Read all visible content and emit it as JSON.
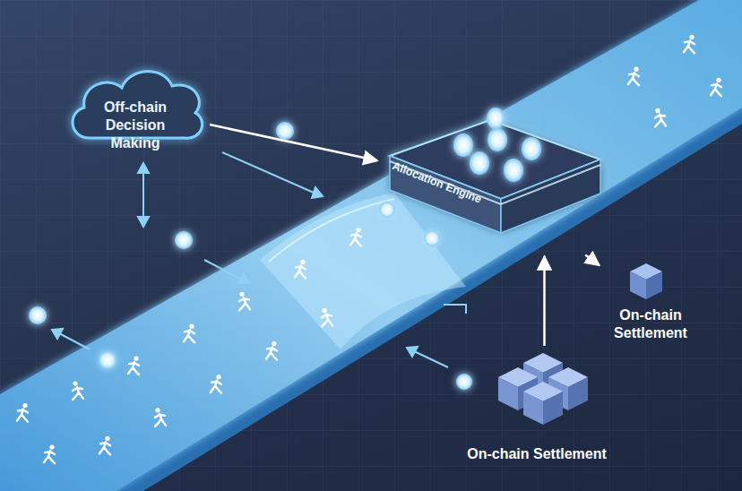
{
  "diagram": {
    "nodes": [
      {
        "text": [
          "Off-chain Decision Making"
        ]
      },
      {
        "text": [
          "Allocation Engine"
        ]
      },
      {
        "text": [
          "On-chain Settlement"
        ]
      },
      {
        "text": [
          "On-chain Settlement"
        ]
      }
    ],
    "edges": [
      {
        "from": 0,
        "to": 1,
        "arrow": "to"
      },
      {
        "from": 1,
        "to": 2,
        "arrow": "to"
      },
      {
        "from": 3,
        "to": 1,
        "arrow": "to"
      }
    ]
  }
}
